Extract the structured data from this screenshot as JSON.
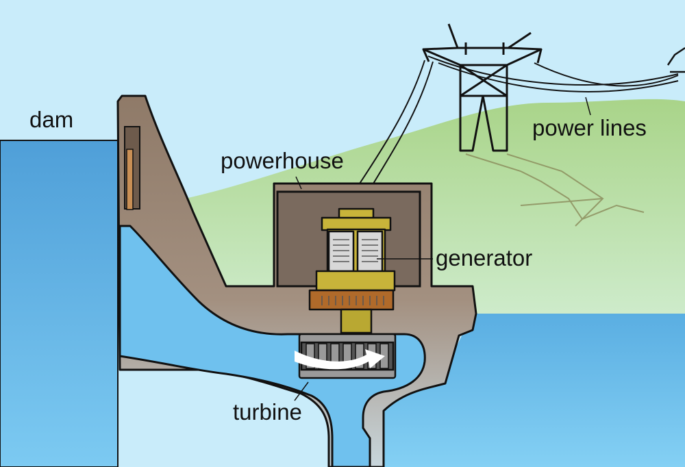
{
  "labels": {
    "dam": "dam",
    "powerhouse": "powerhouse",
    "power_lines": "power lines",
    "generator": "generator",
    "turbine": "turbine"
  },
  "colors": {
    "sky": "#c9ecfa",
    "hill": "#b1d88c",
    "water": "#6fc1ee",
    "water_deep": "#5aa8dd",
    "concrete": "#a08c7a",
    "powerhouse_interior": "#7a6a5e",
    "generator_yellow": "#c8b43a",
    "generator_shaft": "#b9a832",
    "generator_coil": "#d8d8d8",
    "generator_base": "#b06a2a",
    "turbine_grey": "#9a9a9a",
    "arrow": "#ffffff",
    "outline": "#111111"
  }
}
